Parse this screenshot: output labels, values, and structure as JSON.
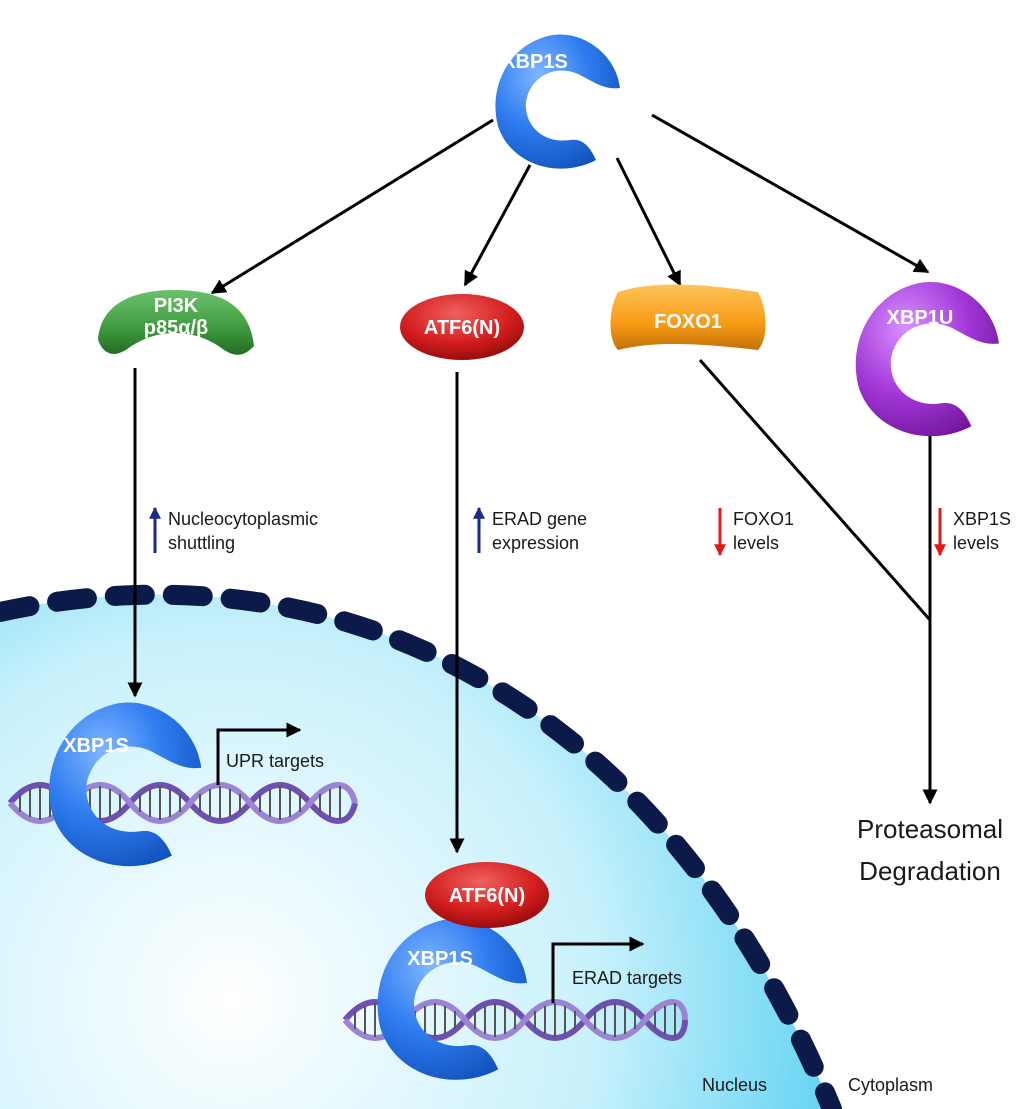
{
  "proteins": {
    "xbp1s_top": "XBP1S",
    "pi3k_line1": "PI3K",
    "pi3k_line2": "p85α/β",
    "atf6": "ATF6(N)",
    "foxo1": "FOXO1",
    "xbp1u": "XBP1U",
    "xbp1s_nucleus_left": "XBP1S",
    "atf6_nucleus": "ATF6(N)",
    "xbp1s_nucleus_bottom": "XBP1S"
  },
  "annotations": {
    "shuttling_line1": "Nucleocytoplasmic",
    "shuttling_line2": "shuttling",
    "erad_expr_line1": "ERAD gene",
    "erad_expr_line2": "expression",
    "foxo1_levels_line1": "FOXO1",
    "foxo1_levels_line2": "levels",
    "xbp1s_levels_line1": "XBP1S",
    "xbp1s_levels_line2": "levels",
    "upr_targets": "UPR targets",
    "erad_targets": "ERAD targets"
  },
  "outcome": {
    "line1": "Proteasomal",
    "line2": "Degradation"
  },
  "compartments": {
    "nucleus": "Nucleus",
    "cytoplasm": "Cytoplasm"
  },
  "colors": {
    "xbp1s": "#1f6fe0",
    "pi3k": "#3f9a3f",
    "atf6": "#d21d1d",
    "foxo1": "#f79a14",
    "xbp1u": "#9b2cc9",
    "nucleus": "#3fc9ef",
    "membrane": "#0c1a4a",
    "up_arrow": "#1a2a8c",
    "down_arrow": "#e01818"
  }
}
